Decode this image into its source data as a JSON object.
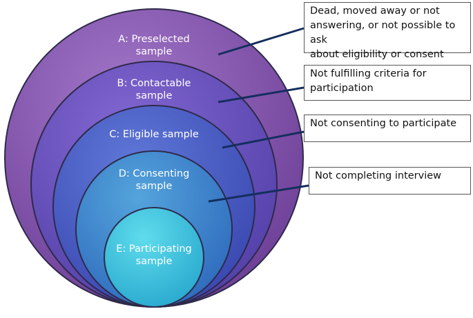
{
  "rings": [
    {
      "id": "A",
      "label_line1": "A: Preselected",
      "label_line2": "sample"
    },
    {
      "id": "B",
      "label_line1": "B: Contactable",
      "label_line2": "sample"
    },
    {
      "id": "C",
      "label_line1": "C: Eligible sample",
      "label_line2": ""
    },
    {
      "id": "D",
      "label_line1": "D: Consenting",
      "label_line2": "sample"
    },
    {
      "id": "E",
      "label_line1": "E: Participating",
      "label_line2": "sample"
    }
  ],
  "callouts": [
    {
      "line1": "Dead, moved away or not",
      "line2": "answering, or not possible to ask",
      "line3": "about eligibility or consent"
    },
    {
      "line1": "Not fulfilling criteria for",
      "line2": "participation",
      "line3": ""
    },
    {
      "line1": "Not consenting to participate",
      "line2": "",
      "line3": ""
    },
    {
      "line1": "Not completing interview",
      "line2": "",
      "line3": ""
    }
  ],
  "colors": {
    "ring_a": "#8a5bb0",
    "ring_b": "#6f55c0",
    "ring_c": "#4f5fc9",
    "ring_d": "#3f86cc",
    "ring_e": "#3fc7dc",
    "outline": "#2e2a4a",
    "leader_line": "#152e5e"
  }
}
